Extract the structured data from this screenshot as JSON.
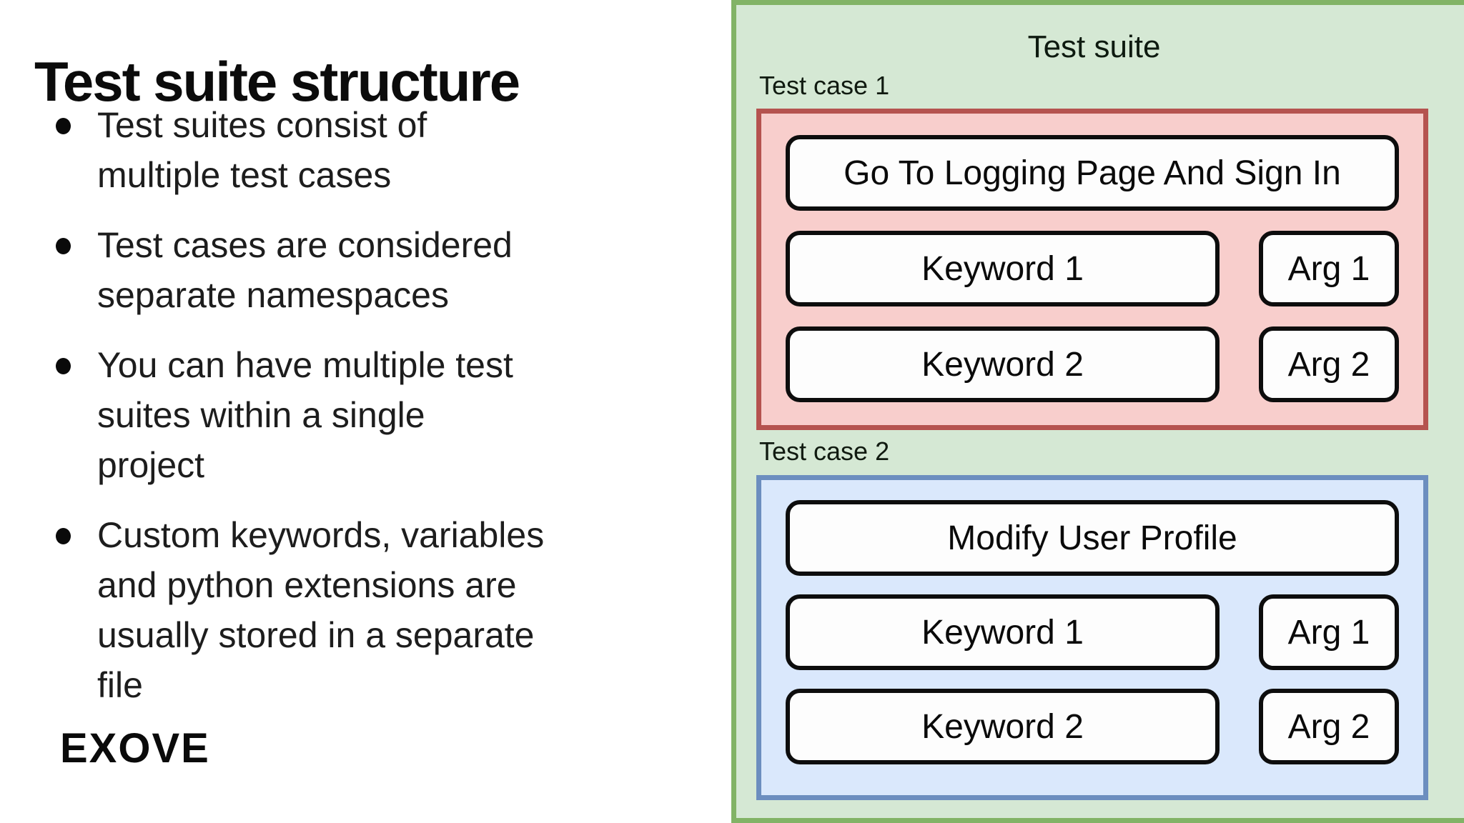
{
  "slide": {
    "title": "Test suite structure",
    "bullets": [
      {
        "lines": [
          "Test suites consist of",
          "multiple test cases"
        ]
      },
      {
        "lines": [
          "Test cases are considered",
          "separate namespaces"
        ]
      },
      {
        "lines": [
          "You can have multiple test",
          "suites within a single",
          "project"
        ]
      },
      {
        "lines": [
          "Custom keywords, variables",
          "and python extensions are",
          "usually stored in a separate",
          "file"
        ]
      }
    ],
    "logo_text": "EXOVE"
  },
  "diagram": {
    "suite_label": "Test suite",
    "colors": {
      "suite_fill": "#d5e8d4",
      "suite_border": "#82b366",
      "case1_fill": "#f8cecc",
      "case1_border": "#b5534f",
      "case2_fill": "#dae8fc",
      "case2_border": "#6c8ebf",
      "step_fill": "#ffffff",
      "step_border": "#000000"
    },
    "test_cases": [
      {
        "label": "Test case 1",
        "step": "Go To Logging Page And Sign In",
        "rows": [
          {
            "keyword": "Keyword 1",
            "arg": "Arg 1"
          },
          {
            "keyword": "Keyword 2",
            "arg": "Arg 2"
          }
        ]
      },
      {
        "label": "Test case 2",
        "step": "Modify User Profile",
        "rows": [
          {
            "keyword": "Keyword 1",
            "arg": "Arg 1"
          },
          {
            "keyword": "Keyword 2",
            "arg": "Arg 2"
          }
        ]
      }
    ]
  }
}
